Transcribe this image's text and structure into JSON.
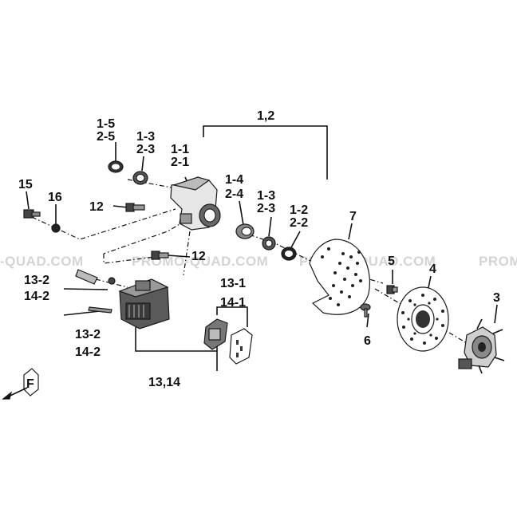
{
  "watermark": {
    "left": "-QUAD.COM",
    "center": "PROMO-QUAD.COM",
    "center_right": "PROMO-QUAD.COM",
    "right": "PROMO"
  },
  "labels": {
    "l_1_2": "1,2",
    "l_1_5": "1-5",
    "l_2_5": "2-5",
    "l_1_3a": "1-3",
    "l_2_3a": "2-3",
    "l_1_1": "1-1",
    "l_2_1": "2-1",
    "l_15": "15",
    "l_16": "16",
    "l_12a": "12",
    "l_1_4": "1-4",
    "l_2_4": "2-4",
    "l_1_3b": "1-3",
    "l_2_3b": "2-3",
    "l_1_2b": "1-2",
    "l_2_2": "2-2",
    "l_7": "7",
    "l_12b": "12",
    "l_5": "5",
    "l_4": "4",
    "l_3": "3",
    "l_13_2a": "13-2",
    "l_14_2a": "14-2",
    "l_13_1": "13-1",
    "l_14_1": "14-1",
    "l_13_2b": "13-2",
    "l_14_2b": "14-2",
    "l_6": "6",
    "l_13_14": "13,14",
    "l_front": "F"
  }
}
